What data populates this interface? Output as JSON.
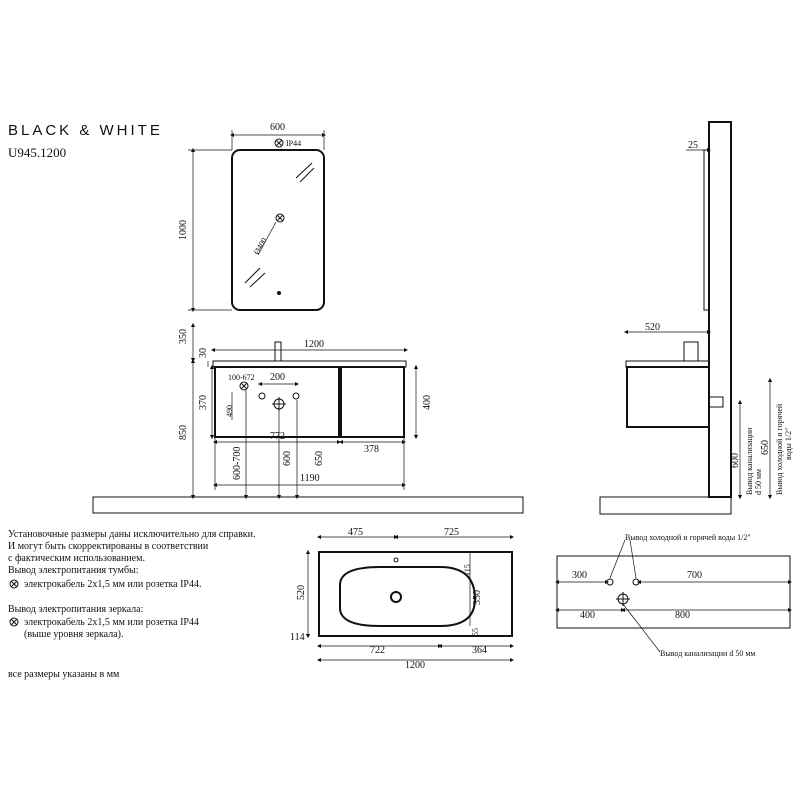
{
  "brand": "BLACK & WHITE",
  "model": "U945.1200",
  "mirror": {
    "width": "600",
    "height": "1000",
    "ip_label": "IP44",
    "diameter": "Ø400"
  },
  "front": {
    "gap": "350",
    "top_thickness": "30",
    "width": "1200",
    "drawer_height": "370",
    "right_drawer_height": "400",
    "total_height": "850",
    "pipe_range": "100-672",
    "pipe_spacing": "200",
    "pipe_vertical": "490",
    "left_width": "772",
    "right_width": "378",
    "h_600_700": "600-700",
    "h_600": "600",
    "h_650": "650",
    "bottom_width": "1190"
  },
  "side": {
    "mirror_depth": "25",
    "depth": "520",
    "drain_height": "600",
    "drain_label": "Вывод канализации",
    "drain_d": "d 50 мм",
    "water_height": "650",
    "water_label": "Вывод холодной и горячей",
    "water_size": "воды 1/2\""
  },
  "notes": {
    "line1": "Установочные размеры даны исключительно для справки.",
    "line2": "И могут быть скорректированы в соответствии",
    "line3": "с фактическим использованием.",
    "cabinet_power_title": "Вывод электропитания тумбы:",
    "cabinet_power_text": "электрокабель 2х1,5 мм или розетка IP44.",
    "mirror_power_title": "Вывод электропитания зеркала:",
    "mirror_power_text1": "электрокабель 2х1,5 мм или розетка IP44",
    "mirror_power_text2": "(выше уровня зеркала).",
    "units": "все размеры указаны в мм"
  },
  "top_view": {
    "left": "475",
    "right": "725",
    "depth": "520",
    "front_offset": "114",
    "top_offset": "115",
    "basin_depth": "350",
    "basin_offset": "55",
    "basin_width": "722",
    "right_part": "364",
    "total": "1200"
  },
  "plan": {
    "water_label": "Вывод холодной и горячей воды 1/2\"",
    "left_water": "300",
    "right_water": "700",
    "left_drain": "400",
    "right_drain": "800",
    "drain_label": "Вывод канализации d 50 мм"
  }
}
